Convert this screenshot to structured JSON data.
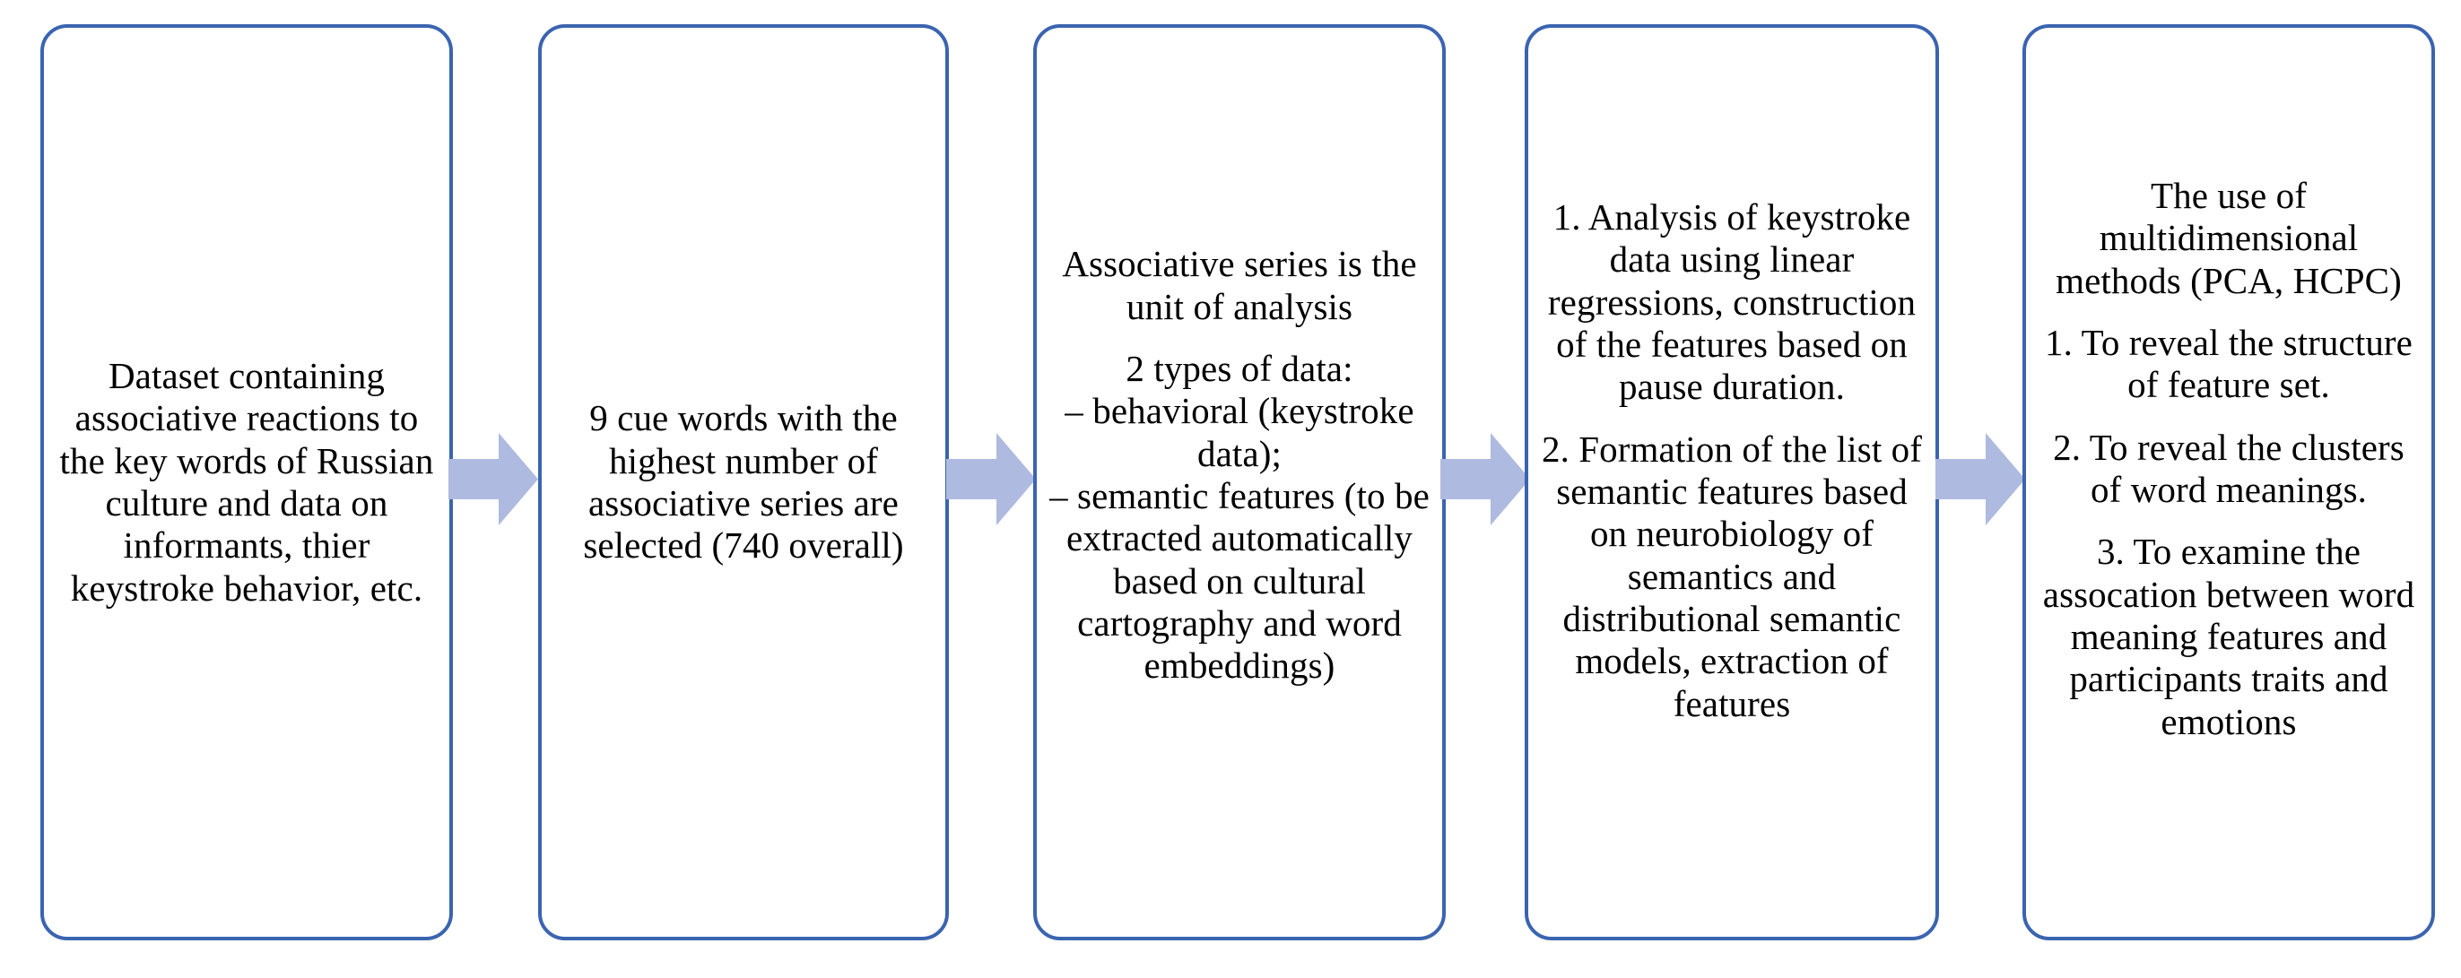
{
  "diagram": {
    "type": "horizontal-process-flow",
    "title": "",
    "colors": {
      "box_border": "#3B64B0",
      "box_fill": "#FFFFFF",
      "arrow_fill": "#AEBADF",
      "text": "#000000"
    },
    "arrow_icon_name": "right-block-arrow",
    "arrows": [
      {
        "label": "stage-1-to-stage-2"
      },
      {
        "label": "stage-2-to-stage-3"
      },
      {
        "label": "stage-3-to-stage-4"
      },
      {
        "label": "stage-4-to-stage-5"
      }
    ],
    "stages": [
      {
        "id": "stage-1",
        "name": "dataset",
        "paragraphs": [
          "Dataset containing associative reactions to the key words of Russian culture and data on informants, thier keystroke behavior, etc."
        ]
      },
      {
        "id": "stage-2",
        "name": "cue-word-selection",
        "paragraphs": [
          "9 cue words with the highest number of associative series are selected (740 overall)"
        ]
      },
      {
        "id": "stage-3",
        "name": "unit-of-analysis",
        "paragraphs": [
          "Associative series is the unit of analysis",
          "2 types of data:\n– behavioral (keystroke data);\n– semantic features (to be extracted automatically based on cultural cartography and word embeddings)"
        ]
      },
      {
        "id": "stage-4",
        "name": "feature-construction",
        "paragraphs": [
          "1. Analysis of keystroke data using linear regressions, construction of the features based on pause duration.",
          "2. Formation of the list of semantic features  based on neurobiology of semantics and distributional semantic models, extraction of features"
        ]
      },
      {
        "id": "stage-5",
        "name": "multidimensional-methods",
        "paragraphs": [
          "The use of multidimensional methods (PCA, HCPC)",
          "1. To reveal the structure of feature set.",
          "2.  To reveal the clusters of word meanings.",
          "3. To examine the assocation between word meaning features and participants traits and emotions"
        ]
      }
    ]
  }
}
